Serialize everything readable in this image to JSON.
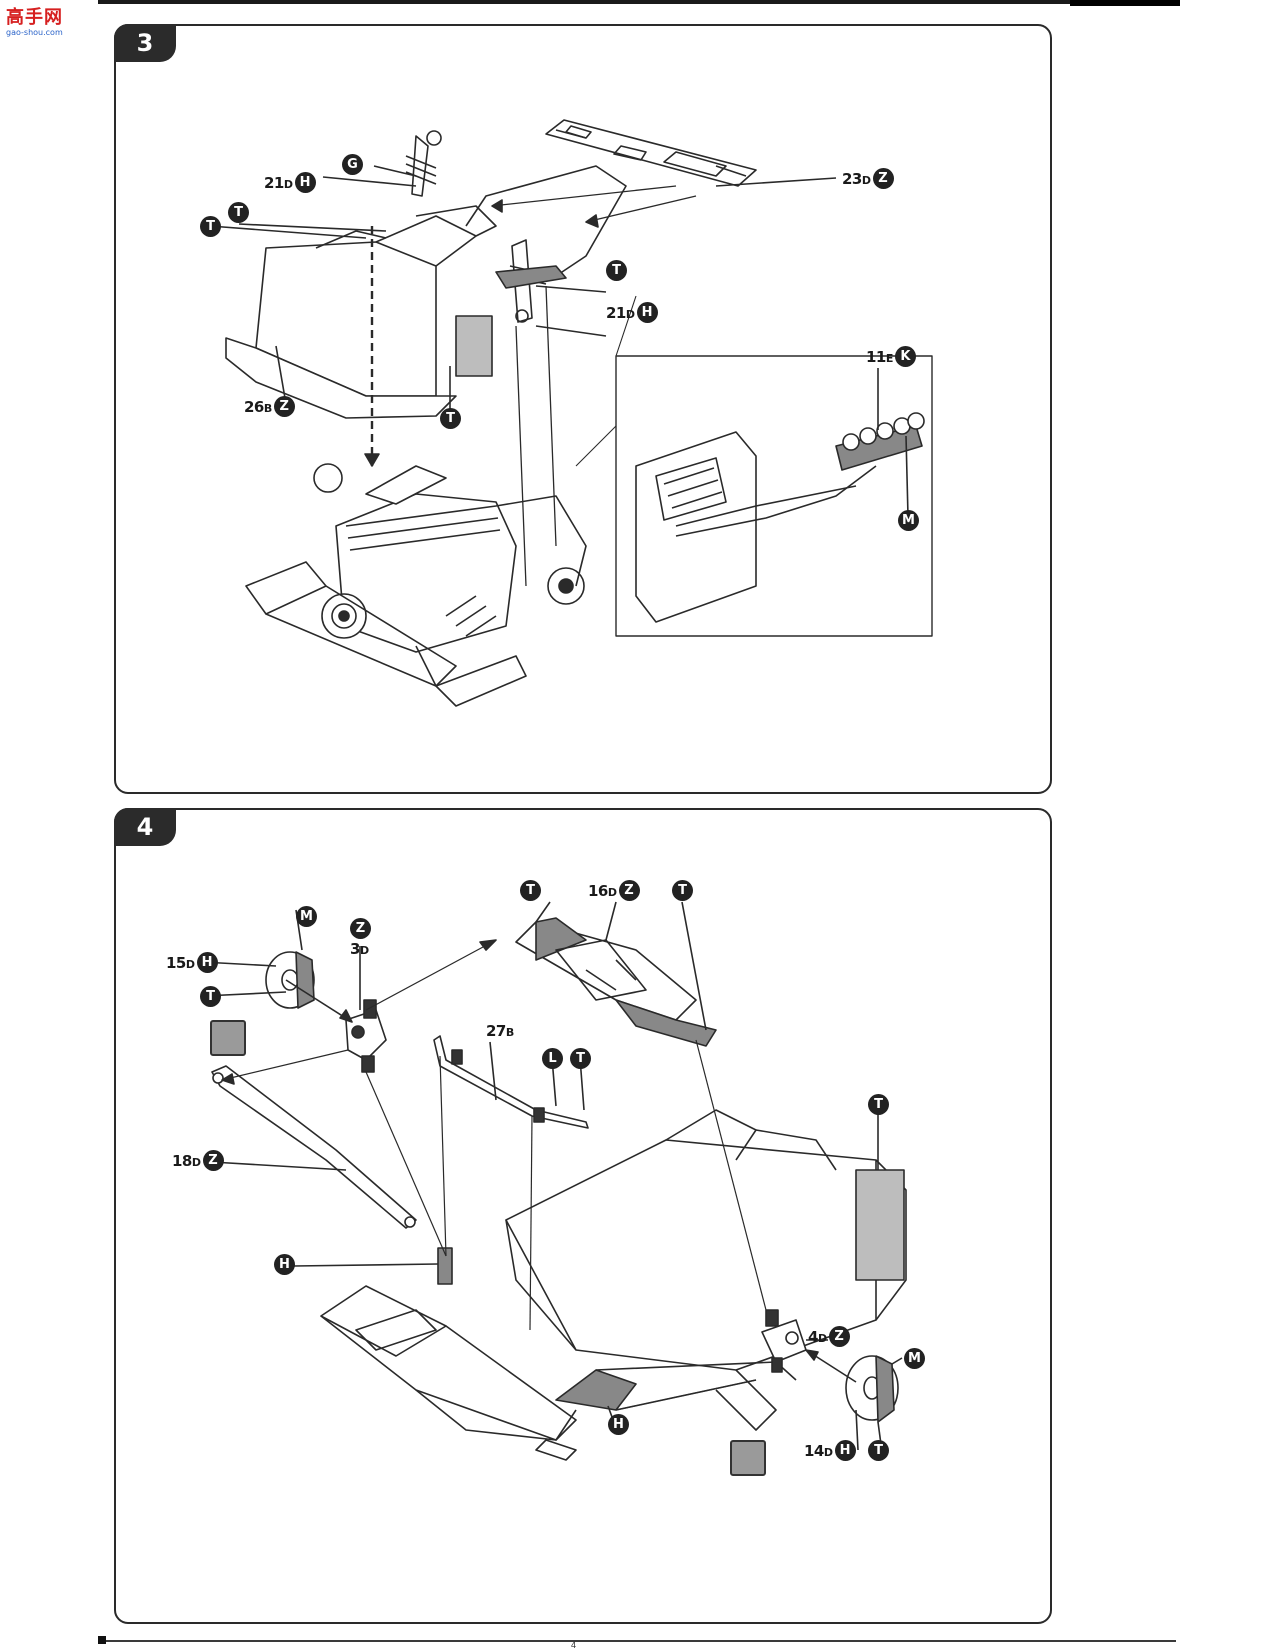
{
  "logo": {
    "main": "高手网",
    "sub": "gao-shou.com"
  },
  "page_number": "4",
  "steps": [
    {
      "number": "3",
      "callouts": [
        {
          "num": "21",
          "sfx": "D",
          "badge": "H"
        },
        {
          "num": "",
          "sfx": "",
          "badge": "G"
        },
        {
          "num": "23",
          "sfx": "D",
          "badge": "Z"
        },
        {
          "num": "",
          "sfx": "",
          "badge": "T"
        },
        {
          "num": "",
          "sfx": "",
          "badge": "T"
        },
        {
          "num": "",
          "sfx": "",
          "badge": "T"
        },
        {
          "num": "21",
          "sfx": "D",
          "badge": "H"
        },
        {
          "num": "26",
          "sfx": "B",
          "badge": "Z"
        },
        {
          "num": "",
          "sfx": "",
          "badge": "T"
        },
        {
          "num": "11",
          "sfx": "E",
          "badge": "K"
        },
        {
          "num": "",
          "sfx": "",
          "badge": "M"
        }
      ]
    },
    {
      "number": "4",
      "callouts": [
        {
          "num": "",
          "sfx": "",
          "badge": "T"
        },
        {
          "num": "16",
          "sfx": "D",
          "badge": "Z"
        },
        {
          "num": "",
          "sfx": "",
          "badge": "T"
        },
        {
          "num": "",
          "sfx": "",
          "badge": "M"
        },
        {
          "num": "",
          "sfx": "",
          "badge": "Z"
        },
        {
          "num": "3",
          "sfx": "D",
          "badge": ""
        },
        {
          "num": "15",
          "sfx": "D",
          "badge": "H"
        },
        {
          "num": "",
          "sfx": "",
          "badge": "T"
        },
        {
          "num": "27",
          "sfx": "B",
          "badge": ""
        },
        {
          "num": "",
          "sfx": "",
          "badge": "L"
        },
        {
          "num": "",
          "sfx": "",
          "badge": "T"
        },
        {
          "num": "18",
          "sfx": "D",
          "badge": "Z"
        },
        {
          "num": "",
          "sfx": "",
          "badge": "T"
        },
        {
          "num": "",
          "sfx": "",
          "badge": "H"
        },
        {
          "num": "4",
          "sfx": "D",
          "badge": "Z"
        },
        {
          "num": "",
          "sfx": "",
          "badge": "M"
        },
        {
          "num": "14",
          "sfx": "D",
          "badge": "H"
        },
        {
          "num": "",
          "sfx": "",
          "badge": "T"
        },
        {
          "num": "",
          "sfx": "",
          "badge": "H"
        }
      ]
    }
  ]
}
